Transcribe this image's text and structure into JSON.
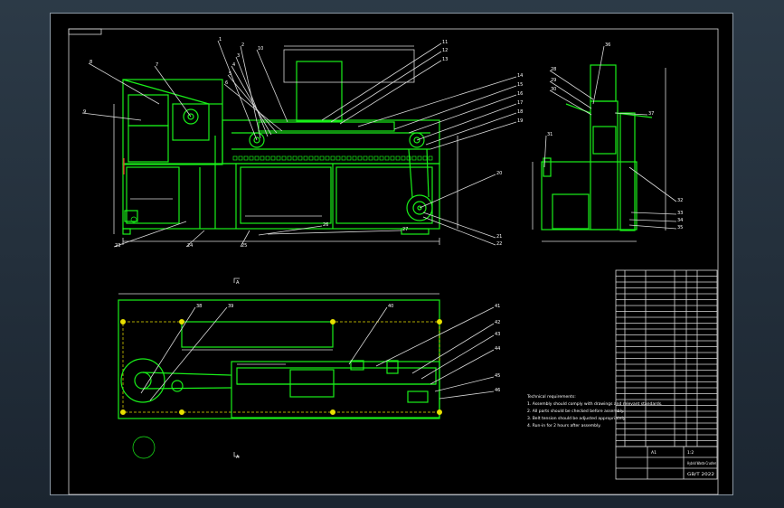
{
  "colors": {
    "background": "#000000",
    "outline": "#19f019",
    "frame": "#d8d8d8",
    "hidden_line": "#e8e000",
    "text": "#ffffff"
  },
  "title_block": {
    "drawing_name": "Hybrid Waste Crusher",
    "line2": "GB/T 2022",
    "scale": "1:2",
    "sheet": "A1"
  },
  "notes": [
    "Technical requirements:",
    "1. Assembly should comply with drawings and relevant standards.",
    "2. All parts should be checked before assembly.",
    "3. Belt tension should be adjusted appropriately.",
    "4. Run-in for 2 hours after assembly."
  ],
  "section_marks": [
    "A",
    "A"
  ],
  "balloons_front": [
    "1",
    "2",
    "3",
    "4",
    "5",
    "6",
    "7",
    "8",
    "9",
    "10",
    "11",
    "12",
    "13",
    "14",
    "15",
    "16",
    "17",
    "18",
    "19",
    "20",
    "21",
    "22",
    "23",
    "24",
    "25",
    "26",
    "27"
  ],
  "balloons_side": [
    "28",
    "29",
    "30",
    "31",
    "32",
    "33",
    "34",
    "35",
    "36",
    "37"
  ],
  "balloons_top": [
    "38",
    "39",
    "40",
    "41",
    "42",
    "43",
    "44",
    "45",
    "46"
  ],
  "bom_rows": 30
}
